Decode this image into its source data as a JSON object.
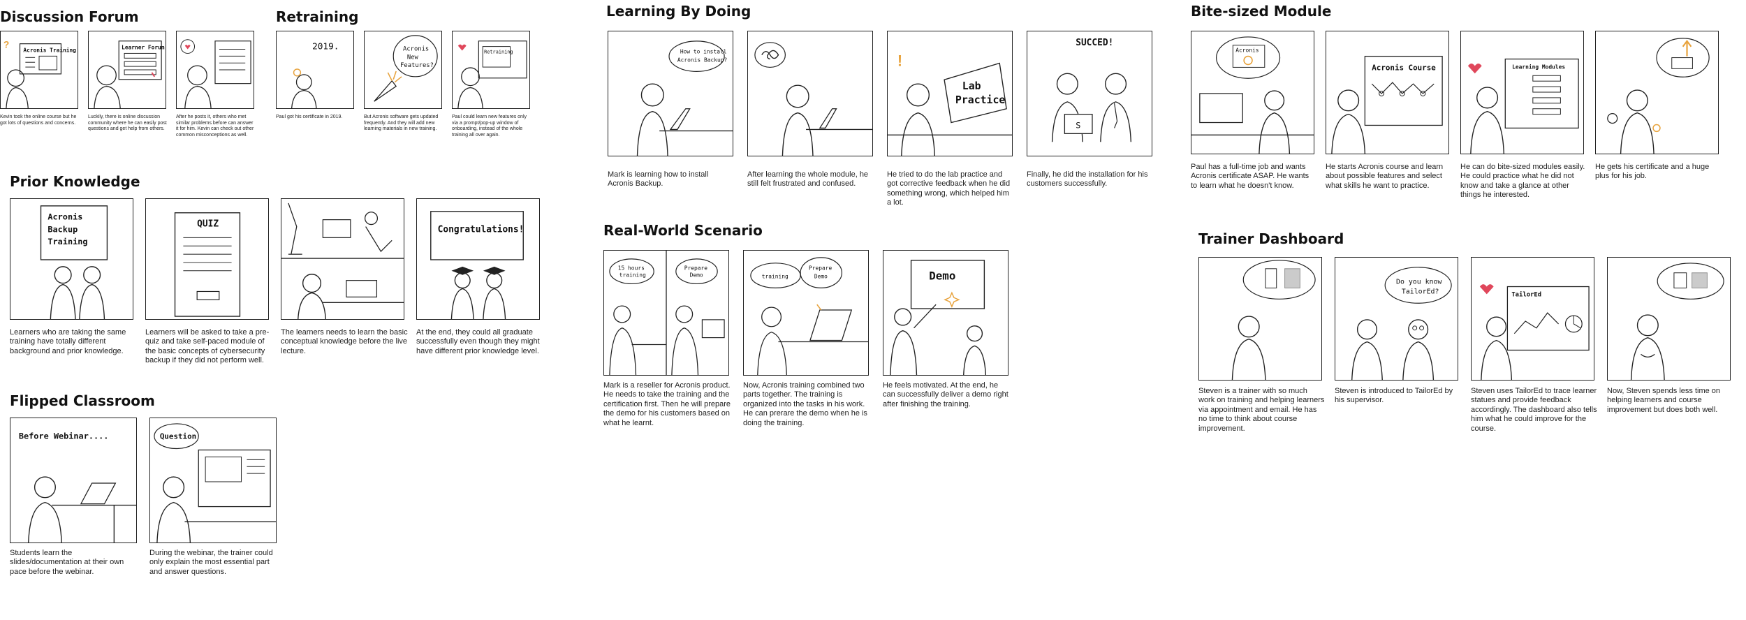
{
  "sections": {
    "discussion": {
      "title": "Discussion Forum",
      "panels": [
        {
          "text": "Acronis Training",
          "caption": "Kevin took the online course but he got lots of questions and concerns."
        },
        {
          "text": "Learner Forum",
          "caption": "Luckily, there is online discussion community where he can easily post questions and get help from others."
        },
        {
          "text": "",
          "caption": "After he posts it, others who met similar problems before can answer it for him. Kevin can check out other common misconceptions as well."
        }
      ]
    },
    "retraining": {
      "title": "Retraining",
      "panels": [
        {
          "text": "2019.",
          "caption": "Paul got his certificate in 2019."
        },
        {
          "text": "Acronis New Features?",
          "caption": "But Acronis software gets updated frequently. And they will add new learning materials in new training."
        },
        {
          "text": "Retraining",
          "caption": "Paul could learn new features only via a prompt/pop-up window of onboarding, instead of the whole training all over again."
        }
      ]
    },
    "learning": {
      "title": "Learning By Doing",
      "panels": [
        {
          "text": "How to install Acronis Backup?",
          "caption": "Mark is learning how to install Acronis Backup."
        },
        {
          "text": "",
          "caption": "After learning the whole module, he still felt frustrated and confused."
        },
        {
          "text": "Lab Practice",
          "caption": "He tried to do the lab practice and got corrective feedback when he did something wrong, which helped him a lot."
        },
        {
          "text": "SUCCED!",
          "caption": "Finally, he did the installation for his customers successfully."
        }
      ]
    },
    "bitesized": {
      "title": "Bite-sized Module",
      "panels": [
        {
          "text": "Acronis",
          "caption": "Paul has a full-time job and wants Acronis certificate ASAP. He wants to learn what he doesn't know."
        },
        {
          "text": "Acronis Course",
          "caption": "He starts Acronis course and learn about possible features and select what skills he want to practice."
        },
        {
          "text": "Learning Modules",
          "caption": "He can do bite-sized modules easily. He could practice what he did not know and take a glance at other things he interested."
        },
        {
          "text": "",
          "caption": "He gets his certificate and a huge plus for his job."
        }
      ]
    },
    "prior": {
      "title": "Prior Knowledge",
      "panels": [
        {
          "text": "Acronis Backup Training",
          "caption": "Learners who are taking the same training have totally different background and prior knowledge."
        },
        {
          "text": "QUIZ",
          "caption": "Learners will be asked to take a pre-quiz and take self-paced module of the basic concepts of cybersecurity backup if they did not perform well."
        },
        {
          "text": "",
          "caption": "The learners needs to learn the basic conceptual knowledge before the live lecture."
        },
        {
          "text": "Congratulations!",
          "caption": "At the end, they could all graduate successfully even though they might have different prior knowledge level."
        }
      ]
    },
    "realworld": {
      "title": "Real-World Scenario",
      "panels": [
        {
          "text": "15 hours training",
          "text2": "Prepare Demo",
          "caption": "Mark is a reseller for Acronis product. He needs to take the training and the certification first. Then he will prepare the demo for his customers based on what he learnt."
        },
        {
          "text": "training",
          "text2": "Prepare Demo",
          "caption": "Now, Acronis training combined two parts together. The training is organized into the tasks in his work. He can prerare the demo when he is doing the training."
        },
        {
          "text": "Demo",
          "caption": "He feels motivated. At the end, he can successfully deliver a demo right after finishing the training."
        }
      ]
    },
    "trainer": {
      "title": "Trainer Dashboard",
      "panels": [
        {
          "text": "",
          "caption": "Steven is a trainer with so much work on training and helping learners via appointment and email. He has no time to think about course improvement."
        },
        {
          "text": "Do you know TailorEd?",
          "caption": "Steven is introduced to TailorEd by his supervisor."
        },
        {
          "text": "TailorEd",
          "caption": "Steven uses TailorEd to trace learner statues and provide feedback accordingly. The dashboard also tells him what he could improve for the course."
        },
        {
          "text": "",
          "caption": "Now, Steven spends less time on helping learners and course improvement but does both well."
        }
      ]
    },
    "flipped": {
      "title": "Flipped Classroom",
      "panels": [
        {
          "text": "Before Webinar....",
          "caption": "Students learn the slides/documentation at their own pace before the webinar."
        },
        {
          "text": "Question",
          "caption": "During the webinar, the trainer could only explain the most essential part and answer questions."
        }
      ]
    }
  },
  "colors": {
    "ink": "#222222",
    "accent_orange": "#E8A33D",
    "accent_red": "#E0475B"
  }
}
